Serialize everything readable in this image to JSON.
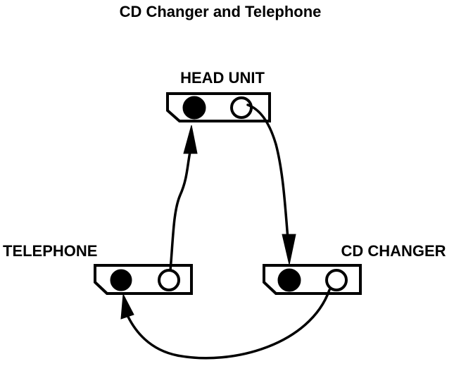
{
  "title": "CD Changer and Telephone",
  "units": {
    "head_unit": {
      "label": "HEAD UNIT"
    },
    "telephone": {
      "label": "TELEPHONE"
    },
    "cd_changer": {
      "label": "CD CHANGER"
    }
  },
  "connections": [
    {
      "from": "head_unit.output",
      "to": "cd_changer.input"
    },
    {
      "from": "cd_changer.output",
      "to": "telephone.input"
    },
    {
      "from": "telephone.output",
      "to": "head_unit.input"
    }
  ]
}
